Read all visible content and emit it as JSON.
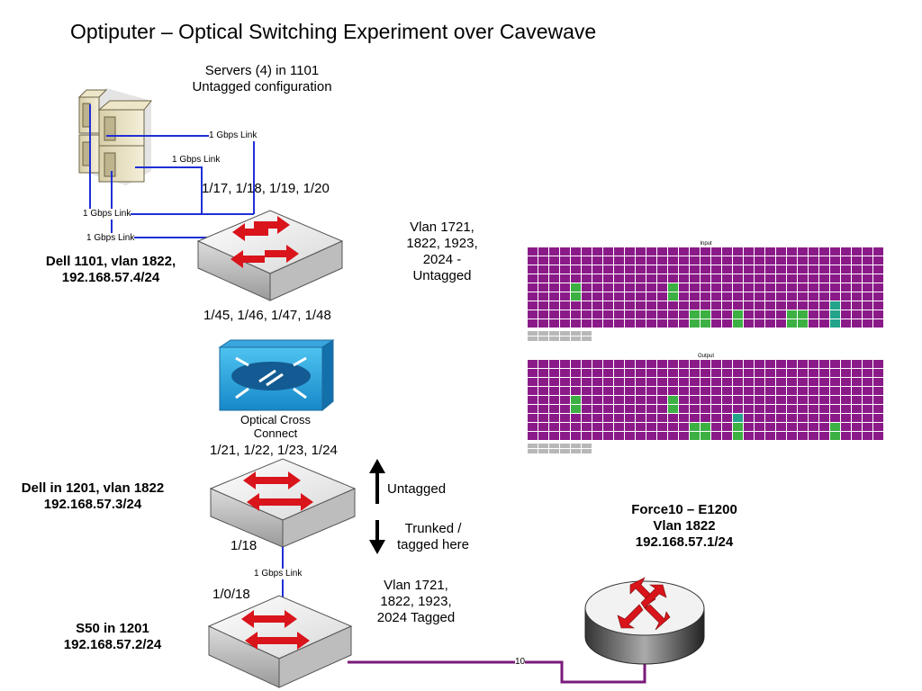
{
  "title": "Optiputer – Optical Switching Experiment over Cavewave",
  "servers": {
    "line1": "Servers (4) in 1101",
    "line2": "Untagged configuration"
  },
  "links": {
    "gbps_1": "1 Gbps Link",
    "gbps_2": "1 Gbps Link",
    "gbps_3": "1 Gbps Link",
    "gbps_4": "1 Gbps Link",
    "gbps_5": "1 Gbps Link",
    "link_10": "10"
  },
  "ports": {
    "dell1101_top": "1/17,   1/18, 1/19, 1/20",
    "dell1101_bottom": "1/45, 1/46, 1/47, 1/48",
    "dell1201_top": "1/21, 1/22, 1/23, 1/24",
    "dell1201_bottom": "1/18",
    "s50_top": "1/0/18"
  },
  "dell1101": {
    "line1": "Dell 1101, vlan 1822,",
    "line2": "192.168.57.4/24"
  },
  "vlan_untagged": {
    "line1": "Vlan 1721,",
    "line2": "1822, 1923,",
    "line3": "2024 -",
    "line4": "Untagged"
  },
  "occ": {
    "line1": "Optical Cross",
    "line2": "Connect"
  },
  "dell1201": {
    "line1": "Dell in 1201, vlan 1822",
    "line2": "192.168.57.3/24"
  },
  "arrows": {
    "untagged": "Untagged",
    "trunked1": "Trunked /",
    "trunked2": "tagged here"
  },
  "vlan_tagged": {
    "line1": "Vlan 1721,",
    "line2": "1822, 1923,",
    "line3": "2024 Tagged"
  },
  "s50": {
    "line1": "S50 in 1201",
    "line2": "192.168.57.2/24"
  },
  "force10": {
    "line1": "Force10 – E1200",
    "line2": "Vlan 1822",
    "line3": "192.168.57.1/24"
  },
  "port_panels": [
    {
      "title": "Input"
    },
    {
      "title": "Output"
    }
  ],
  "colors": {
    "port_purple": "#8b1a89",
    "port_green": "#3cb043",
    "port_teal": "#22a38a",
    "port_gray": "#b8b8b8",
    "link_blue": "#1f2fd6",
    "link_purple": "#7a1a7a",
    "arrow_red": "#d9141b"
  }
}
